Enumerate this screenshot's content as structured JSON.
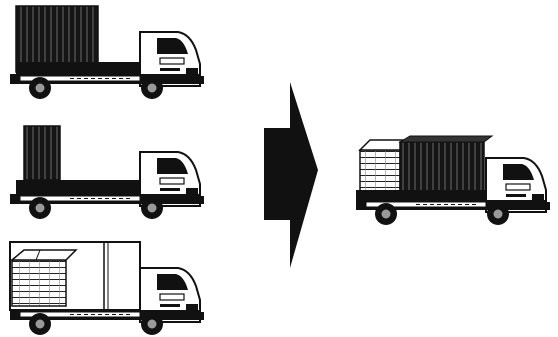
{
  "diagram": {
    "source_trucks": [
      {
        "name": "truck-top",
        "cargo": "dark-crates"
      },
      {
        "name": "truck-middle",
        "cargo": "small-dark-crate"
      },
      {
        "name": "truck-bottom",
        "cargo": "light-boxes-in-box-body"
      }
    ],
    "result_truck": {
      "name": "truck-combined",
      "cargo": "light-boxes-and-dark-crates"
    },
    "arrow": {
      "direction": "right",
      "icon": "right-arrow-icon"
    },
    "colors": {
      "ink": "#111111",
      "paper": "#ffffff",
      "grey": "#9a9a9a"
    }
  }
}
